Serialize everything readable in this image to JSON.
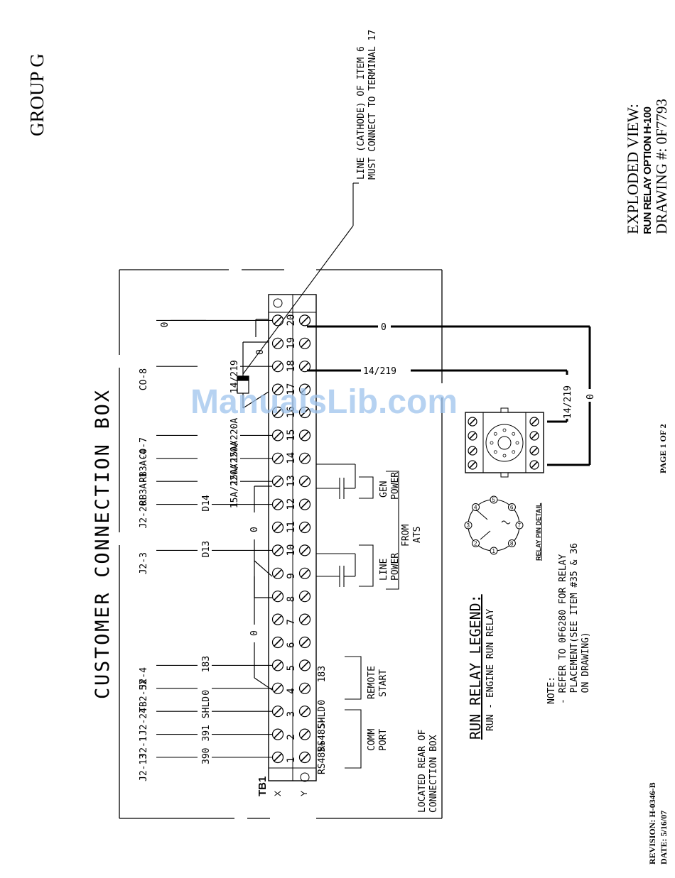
{
  "header": {
    "group": "GROUP G",
    "view_title": "EXPLODED VIEW:",
    "view_subtitle": "RUN RELAY OPTION H-100",
    "drawing_number": "DRAWING #: 0F7793",
    "page": "PAGE 1 OF 2",
    "revision": "REVISION: H-0346-B",
    "date": "DATE: 5/16/07"
  },
  "watermark": "ManualsLib.com",
  "box_title": "CUSTOMER CONNECTION BOX",
  "box_location": [
    "LOCATED REAR OF",
    "CONNECTION BOX"
  ],
  "terminal_block": {
    "name": "TB1",
    "left_row_label": "X",
    "right_row_label": "Y",
    "terminals": [
      {
        "num": "1",
        "right_label": "RS485+",
        "wire": "390",
        "dest": "J2-13"
      },
      {
        "num": "2",
        "right_label": "RS485-",
        "wire": "391",
        "dest": "J2-1"
      },
      {
        "num": "3",
        "right_label": "SHLD",
        "wire": "SHLD",
        "dest": "J2-24"
      },
      {
        "num": "4",
        "right_label": "0",
        "wire": "0",
        "dest": "TB2-5X"
      },
      {
        "num": "5",
        "right_label": "183",
        "wire": "183",
        "dest": "J2-4"
      },
      {
        "num": "6",
        "right_label": "",
        "wire": "",
        "dest": ""
      },
      {
        "num": "7",
        "right_label": "",
        "wire": "",
        "dest": ""
      },
      {
        "num": "8",
        "right_label": "",
        "wire": "",
        "dest": ""
      },
      {
        "num": "9",
        "right_label": "",
        "wire": "",
        "dest": ""
      },
      {
        "num": "10",
        "right_label": "",
        "wire": "D13",
        "dest": "J2-3"
      },
      {
        "num": "11",
        "right_label": "",
        "wire": "",
        "dest": ""
      },
      {
        "num": "12",
        "right_label": "",
        "wire": "D14",
        "dest": "J2-26"
      },
      {
        "num": "13",
        "right_label": "",
        "wire": "15A/220A",
        "dest": "RB3A-1"
      },
      {
        "num": "14",
        "right_label": "",
        "wire": "15A/220A",
        "dest": "RB3A-4"
      },
      {
        "num": "15",
        "right_label": "",
        "wire": "15A/220A",
        "dest": "CO-7"
      },
      {
        "num": "16",
        "right_label": "",
        "wire": "",
        "dest": ""
      },
      {
        "num": "17",
        "right_label": "",
        "wire": "",
        "dest": ""
      },
      {
        "num": "18",
        "right_label": "",
        "wire": "14/219",
        "dest": "CO-8"
      },
      {
        "num": "19",
        "right_label": "",
        "wire": "",
        "dest": ""
      },
      {
        "num": "20",
        "right_label": "",
        "wire": "0",
        "dest": ""
      }
    ]
  },
  "group_labels": {
    "comm_port": [
      "COMM",
      "PORT"
    ],
    "remote_start": [
      "REMOTE",
      "START"
    ],
    "line_power": [
      "LINE",
      "POWER"
    ],
    "gen_power": [
      "GEN",
      "POWER"
    ],
    "from_ats": [
      "FROM",
      "ATS"
    ]
  },
  "jumper_label": "0",
  "jumper_label_20_19": "0",
  "cathode_note": [
    "LINE (CATHODE) OF ITEM 6",
    "MUST CONNECT TO TERMINAL 17"
  ],
  "relay_wires": {
    "wire_20": "0",
    "wire_18": "14/219",
    "vertical_14": "14/219",
    "vertical_0": "0"
  },
  "relay_socket_pins": [
    "1",
    "2",
    "3",
    "4",
    "5",
    "6",
    "7",
    "8"
  ],
  "relay_pin_detail": "RELAY PIN DETAIL",
  "legend": {
    "title": "RUN RELAY LEGEND:",
    "entry": "RUN - ENGINE RUN RELAY"
  },
  "note": {
    "heading": "NOTE:",
    "lines": [
      "- REFER TO 0F6280 FOR RELAY",
      "  PLACEMENT(SEE ITEM #35 & 36",
      "  ON DRAWING)"
    ]
  },
  "colors": {
    "ink": "#000000",
    "watermark": "#9ec3ec",
    "screw_fill": "#ffffff"
  }
}
